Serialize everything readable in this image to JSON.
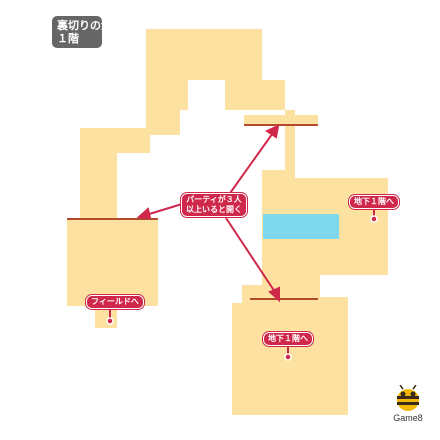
{
  "title": {
    "line1": "裏切りの洞窟",
    "line2": "１階"
  },
  "labels": {
    "party_door": {
      "line1": "パーティが３人",
      "line2": "以上いると開く"
    },
    "field_exit": "フィールドへ",
    "b1_right": "地下１階へ",
    "b1_bottom": "地下１階へ"
  },
  "logo": {
    "text": "Game8"
  },
  "colors": {
    "floor": "#fde1a0",
    "water": "#7dd8ec",
    "door": "#b34a2e",
    "accent": "#d0284b"
  }
}
